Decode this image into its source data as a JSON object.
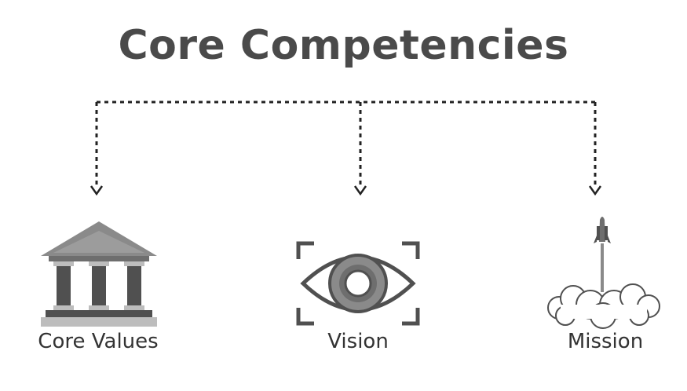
{
  "title": "Core Competencies",
  "items": [
    {
      "label": "Core Values",
      "icon": "temple-icon"
    },
    {
      "label": "Vision",
      "icon": "eye-icon"
    },
    {
      "label": "Mission",
      "icon": "rocket-launch-icon"
    }
  ],
  "colors": {
    "title": "#4a4a4a",
    "icon_dark": "#505050",
    "icon_mid": "#8a8a8a",
    "icon_light": "#bdbdbd",
    "connector": "#222222"
  }
}
